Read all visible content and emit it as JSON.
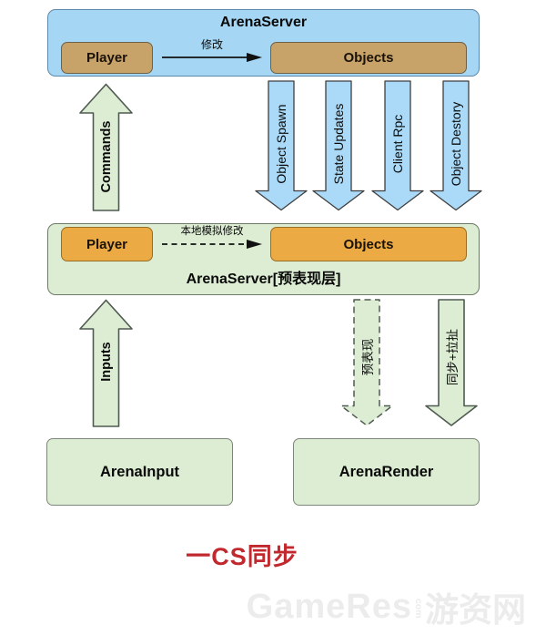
{
  "colors": {
    "server_box_fill": "#a5d6f4",
    "server_box_border": "#5d89ab",
    "tan_node_fill": "#c7a369",
    "orange_node_fill": "#ebaa43",
    "green_fill": "#dcedd3",
    "blue_arrow_fill": "#aadaf8",
    "caption_red": "#c1292e",
    "watermark_gray": "#ececec"
  },
  "server": {
    "title": "ArenaServer",
    "player": "Player",
    "objects": "Objects",
    "modify_label": "修改"
  },
  "uplink": {
    "commands": "Commands",
    "inputs": "Inputs"
  },
  "downlink": [
    {
      "label": "Object Spawn"
    },
    {
      "label": "State Updates"
    },
    {
      "label": "Client Rpc"
    },
    {
      "label": "Object Destory"
    }
  ],
  "client": {
    "title": "ArenaServer[预表现层]",
    "player": "Player",
    "objects": "Objects",
    "modify_label": "本地模拟修改"
  },
  "render_arrows": {
    "prediction": "预表现",
    "sync": "同步+拉扯"
  },
  "bottom": {
    "input_box": "ArenaInput",
    "render_box": "ArenaRender"
  },
  "caption": "一CS同步",
  "watermark": {
    "name": "GameRes",
    "domain": "com",
    "cjk": "游资网"
  }
}
